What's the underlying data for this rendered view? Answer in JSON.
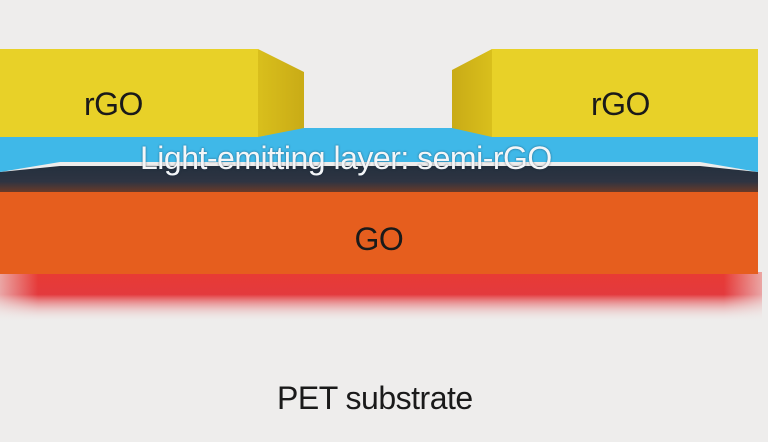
{
  "diagram": {
    "type": "layered-device-cross-section",
    "layers": [
      {
        "id": "rgo_left",
        "label": "rGO",
        "color": "#e8d128"
      },
      {
        "id": "rgo_right",
        "label": "rGO",
        "color": "#e8d128"
      },
      {
        "id": "emitting",
        "label": "Light-emitting layer: semi-rGO",
        "color": "#3fb8e8"
      },
      {
        "id": "go",
        "label": "GO",
        "color": "#e65e1e"
      },
      {
        "id": "substrate",
        "label": "PET substrate",
        "color": "#ecebea"
      }
    ],
    "colors": {
      "background": "#eeedec",
      "rgo": "#e8d128",
      "rgo_side": "#d4b81a",
      "emitting": "#3fb8e8",
      "dark_band": "#2b3340",
      "go": "#e65e1e",
      "glow": "#e2262a"
    }
  }
}
